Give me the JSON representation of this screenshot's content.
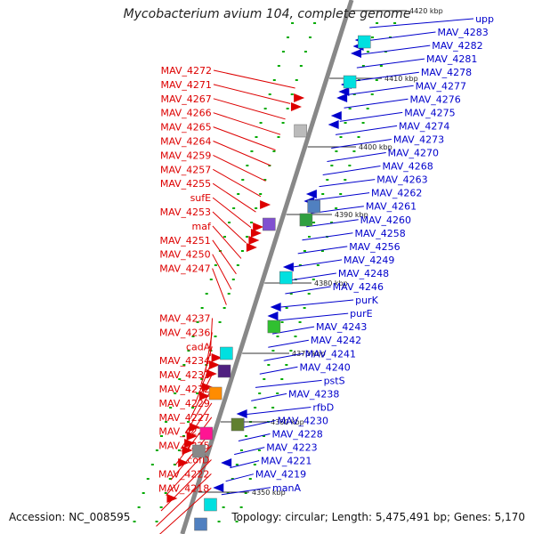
{
  "title": "Mycobacterium avium 104, complete genome",
  "accession": "Accession: NC_008595",
  "summary": "Topology: circular; Length: 5,475,491 bp; Genes: 5,170",
  "colors": {
    "forward": "#dd0000",
    "reverse": "#0000cc",
    "axis": "#888888",
    "tick": "#00aa00"
  },
  "scale_labels": [
    "4420 kbp",
    "4410 kbp",
    "4400 kbp",
    "4390 kbp",
    "4380 kbp",
    "4370 kbp",
    "4360 kbp",
    "4350 kbp"
  ],
  "left_genes": [
    "MAV_4272",
    "MAV_4271",
    "MAV_4267",
    "MAV_4266",
    "MAV_4265",
    "MAV_4264",
    "MAV_4259",
    "MAV_4257",
    "MAV_4255",
    "sufE",
    "MAV_4253",
    "maf",
    "MAV_4251",
    "MAV_4250",
    "MAV_4247",
    "MAV_4237",
    "MAV_4236",
    "cadA",
    "MAV_4234",
    "MAV_4233",
    "MAV_4232",
    "MAV_4229",
    "MAV_4227",
    "MAV_4226",
    "MAV_4225",
    "cofD",
    "MAV_4222",
    "MAV_4218"
  ],
  "right_genes": [
    "upp",
    "MAV_4283",
    "MAV_4282",
    "MAV_4281",
    "MAV_4278",
    "MAV_4277",
    "MAV_4276",
    "MAV_4275",
    "MAV_4274",
    "MAV_4273",
    "MAV_4270",
    "MAV_4268",
    "MAV_4263",
    "MAV_4262",
    "MAV_4261",
    "MAV_4260",
    "MAV_4258",
    "MAV_4256",
    "MAV_4249",
    "MAV_4248",
    "MAV_4246",
    "purK",
    "purE",
    "MAV_4243",
    "MAV_4242",
    "MAV_4241",
    "MAV_4240",
    "pstS",
    "MAV_4238",
    "rfbD",
    "MAV_4230",
    "MAV_4228",
    "MAV_4223",
    "MAV_4221",
    "MAV_4219",
    "manA"
  ]
}
